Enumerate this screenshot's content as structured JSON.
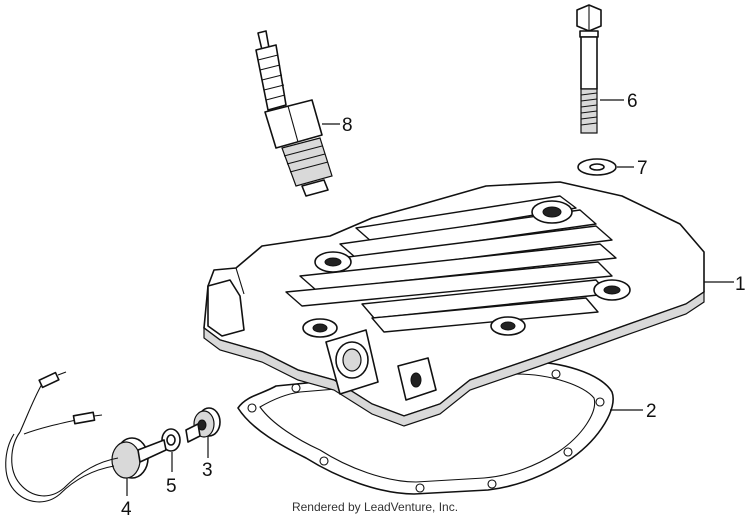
{
  "callouts": [
    {
      "label": "1"
    },
    {
      "label": "2"
    },
    {
      "label": "3"
    },
    {
      "label": "4"
    },
    {
      "label": "5"
    },
    {
      "label": "6"
    },
    {
      "label": "7"
    },
    {
      "label": "8"
    }
  ],
  "footer": {
    "text": "Rendered by LeadVenture, Inc."
  }
}
